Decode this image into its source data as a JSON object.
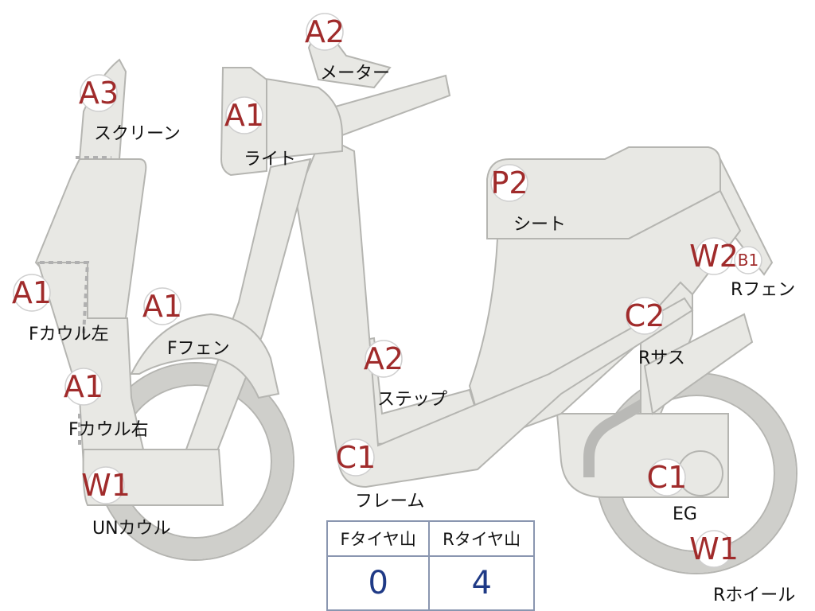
{
  "badges": [
    {
      "code": "A2",
      "label": "メーター"
    },
    {
      "code": "A3",
      "label": "スクリーン"
    },
    {
      "code": "A1",
      "label": "ライト"
    },
    {
      "code": "P2",
      "label": "シート"
    },
    {
      "code": "W2",
      "label": ""
    },
    {
      "code": "B1",
      "label": "Rフェン"
    },
    {
      "code": "A1",
      "label": "Fカウル左"
    },
    {
      "code": "A1",
      "label": "Fフェン"
    },
    {
      "code": "C2",
      "label": "Rサス"
    },
    {
      "code": "A2",
      "label": "ステップ"
    },
    {
      "code": "A1",
      "label": "Fカウル右"
    },
    {
      "code": "C1",
      "label": "フレーム"
    },
    {
      "code": "W1",
      "label": "UNカウル"
    },
    {
      "code": "C1",
      "label": "EG"
    },
    {
      "code": "W1",
      "label": "Rホイール"
    }
  ],
  "tire_table": {
    "headers": [
      "Fタイヤ山",
      "Rタイヤ山"
    ],
    "values": [
      "0",
      "4"
    ]
  },
  "colors": {
    "badge_text": "#a02b2b",
    "table_value": "#1f3a86",
    "table_border": "#8a96b0",
    "part_fill": "#e8e8e4"
  }
}
